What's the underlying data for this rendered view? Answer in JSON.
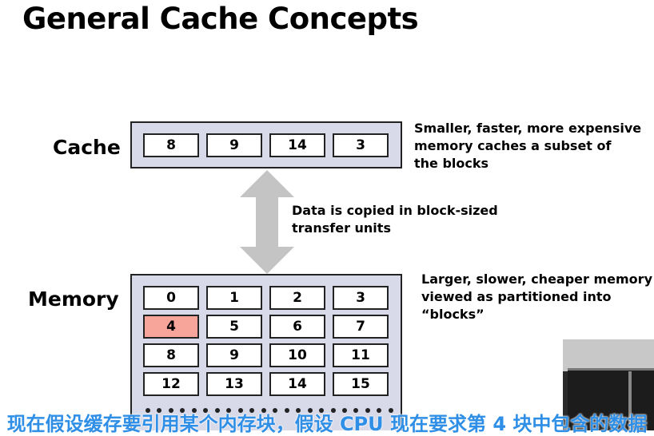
{
  "title": "General Cache Concepts",
  "cache": {
    "label": "Cache",
    "blocks": [
      "8",
      "9",
      "14",
      "3"
    ],
    "note_lines": [
      "Smaller, faster, more expensive",
      "memory caches a  subset of",
      "the blocks"
    ]
  },
  "transfer": {
    "note_lines": [
      "Data is copied in block-sized",
      "transfer units"
    ]
  },
  "memory": {
    "label": "Memory",
    "blocks": [
      "0",
      "1",
      "2",
      "3",
      "4",
      "5",
      "6",
      "7",
      "8",
      "9",
      "10",
      "11",
      "12",
      "13",
      "14",
      "15"
    ],
    "highlighted_block": "4",
    "note_lines": [
      "Larger, slower, cheaper memory",
      "viewed as partitioned into “blocks”"
    ]
  },
  "subtitle": "现在假设缓存要引用某个内存块，假设 CPU 现在要求第 4 块中包含的数据",
  "colors": {
    "panel": "#d9dae9",
    "highlight": "#f7a49b",
    "arrow": "#c4c4c4",
    "subtitle": "#2f8fe6"
  }
}
